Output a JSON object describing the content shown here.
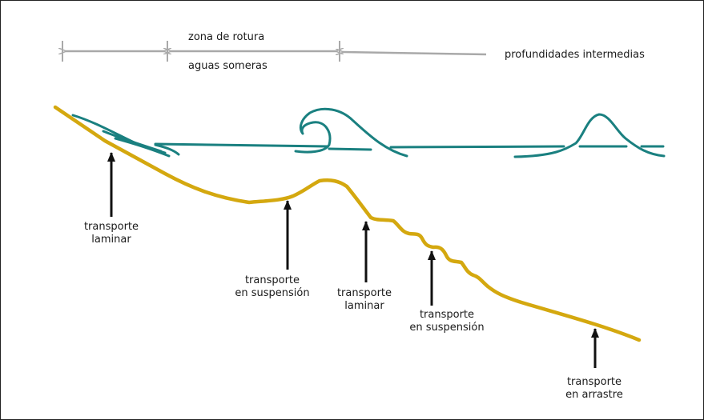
{
  "zones": {
    "surf_zone": "zona de rotura",
    "shallow_water": "aguas someras",
    "intermediate_depths": "profundidades intermedias"
  },
  "labels": {
    "sheet_transport_1": [
      "transporte",
      "laminar"
    ],
    "suspension_transport_1": [
      "transporte",
      "en suspensión"
    ],
    "sheet_transport_2": [
      "transporte",
      "laminar"
    ],
    "suspension_transport_2": [
      "transporte",
      "en suspensión"
    ],
    "bedload_transport": [
      "transporte",
      "en arrastre"
    ]
  },
  "colors": {
    "seabed": "#d4a80f",
    "water": "#1a8080",
    "arrows": "#111111",
    "zone_markers": "#a9a9a9"
  }
}
